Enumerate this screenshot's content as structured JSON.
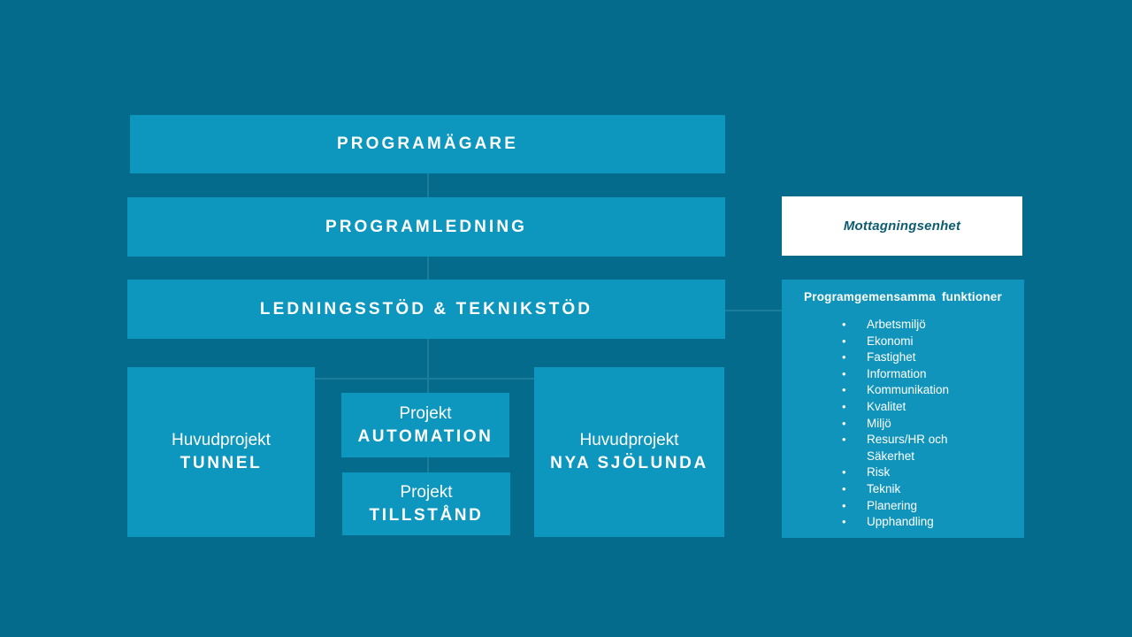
{
  "diagram": {
    "background_color": "#046b8c",
    "box_color": "#0d96be",
    "panel_color": "#1094bb",
    "connector_color": "#1b7e9c",
    "accent_text_color": "#0d5c72",
    "hierarchy": {
      "level1": {
        "label": "PROGRAMÄGARE"
      },
      "level2": {
        "label": "PROGRAMLEDNING"
      },
      "level3": {
        "label": "LEDNINGSSTÖD & TEKNIKSTÖD"
      }
    },
    "projects": {
      "tunnel": {
        "kind": "Huvudprojekt",
        "name": "TUNNEL"
      },
      "automation": {
        "kind": "Projekt",
        "name": "AUTOMATION"
      },
      "tillstand": {
        "kind": "Projekt",
        "name": "TILLSTÅND"
      },
      "sjolunda": {
        "kind": "Huvudprojekt",
        "name": "NYA SJÖLUNDA"
      }
    },
    "side": {
      "mottagningsenhet": {
        "label": "Mottagningsenhet"
      },
      "funktioner": {
        "title": "Programgemensamma  funktioner",
        "items": [
          "Arbetsmiljö",
          "Ekonomi",
          "Fastighet",
          "Information",
          "Kommunikation",
          "Kvalitet",
          "Miljö",
          "Resurs/HR  och\nSäkerhet",
          "Risk",
          "Teknik",
          "Planering",
          "Upphandling"
        ]
      }
    }
  }
}
